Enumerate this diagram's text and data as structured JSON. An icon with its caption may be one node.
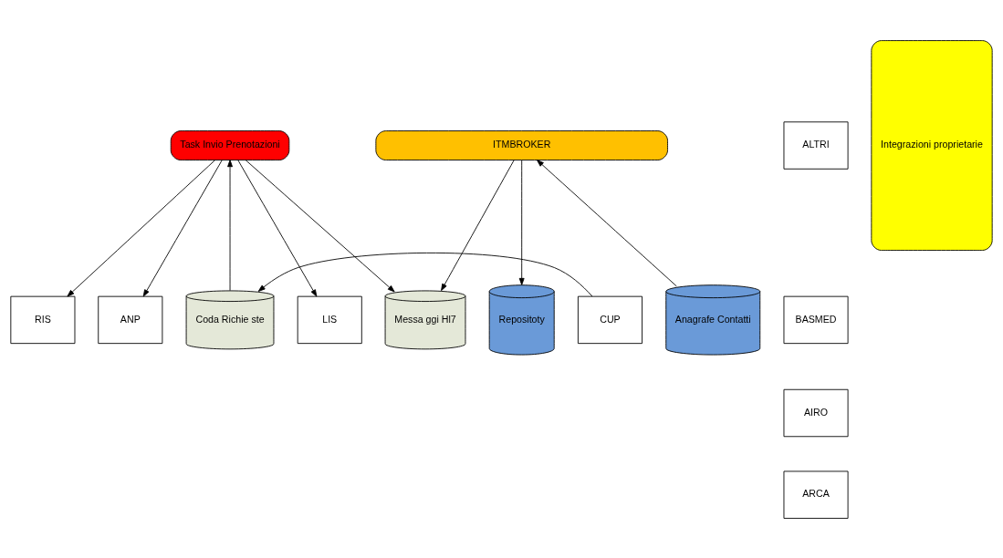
{
  "diagram": {
    "nodes": [
      {
        "text": [
          "LIS"
        ]
      },
      {
        "text": [
          "RIS"
        ]
      },
      {
        "text": [
          "ANP"
        ]
      },
      {
        "text": [
          "ITMBROKER"
        ]
      },
      {
        "text": [
          "Task Invio Prenotazioni"
        ]
      },
      {
        "text": [
          "ALTRI"
        ]
      },
      {
        "text": [
          "BASMED"
        ]
      },
      {
        "text": [
          "AIRO"
        ]
      },
      {
        "text": [
          "ARCA"
        ]
      },
      {
        "text": [
          "Integrazioni proprietarie"
        ]
      },
      {
        "text": [
          "CUP"
        ]
      },
      {
        "text": [
          "Coda Richie ste"
        ]
      },
      {
        "text": [
          "Messa ggi Hl7"
        ]
      },
      {
        "text": [
          "Anagrafe Contatti"
        ]
      },
      {
        "text": [
          "Repositoty"
        ]
      }
    ],
    "edges": [
      {
        "from": 4,
        "to": 0,
        "arrow": "to"
      },
      {
        "from": 4,
        "to": 1,
        "arrow": "to"
      },
      {
        "from": 4,
        "to": 2,
        "arrow": "to"
      },
      {
        "from": 10,
        "to": 11,
        "arrow": "to"
      },
      {
        "from": 11,
        "to": 4,
        "arrow": "to"
      },
      {
        "from": 4,
        "to": 12,
        "arrow": "to"
      },
      {
        "from": 3,
        "to": 12,
        "arrow": "to"
      },
      {
        "from": 13,
        "to": 3,
        "arrow": "to"
      },
      {
        "from": 3,
        "to": 14,
        "arrow": "to"
      }
    ]
  }
}
